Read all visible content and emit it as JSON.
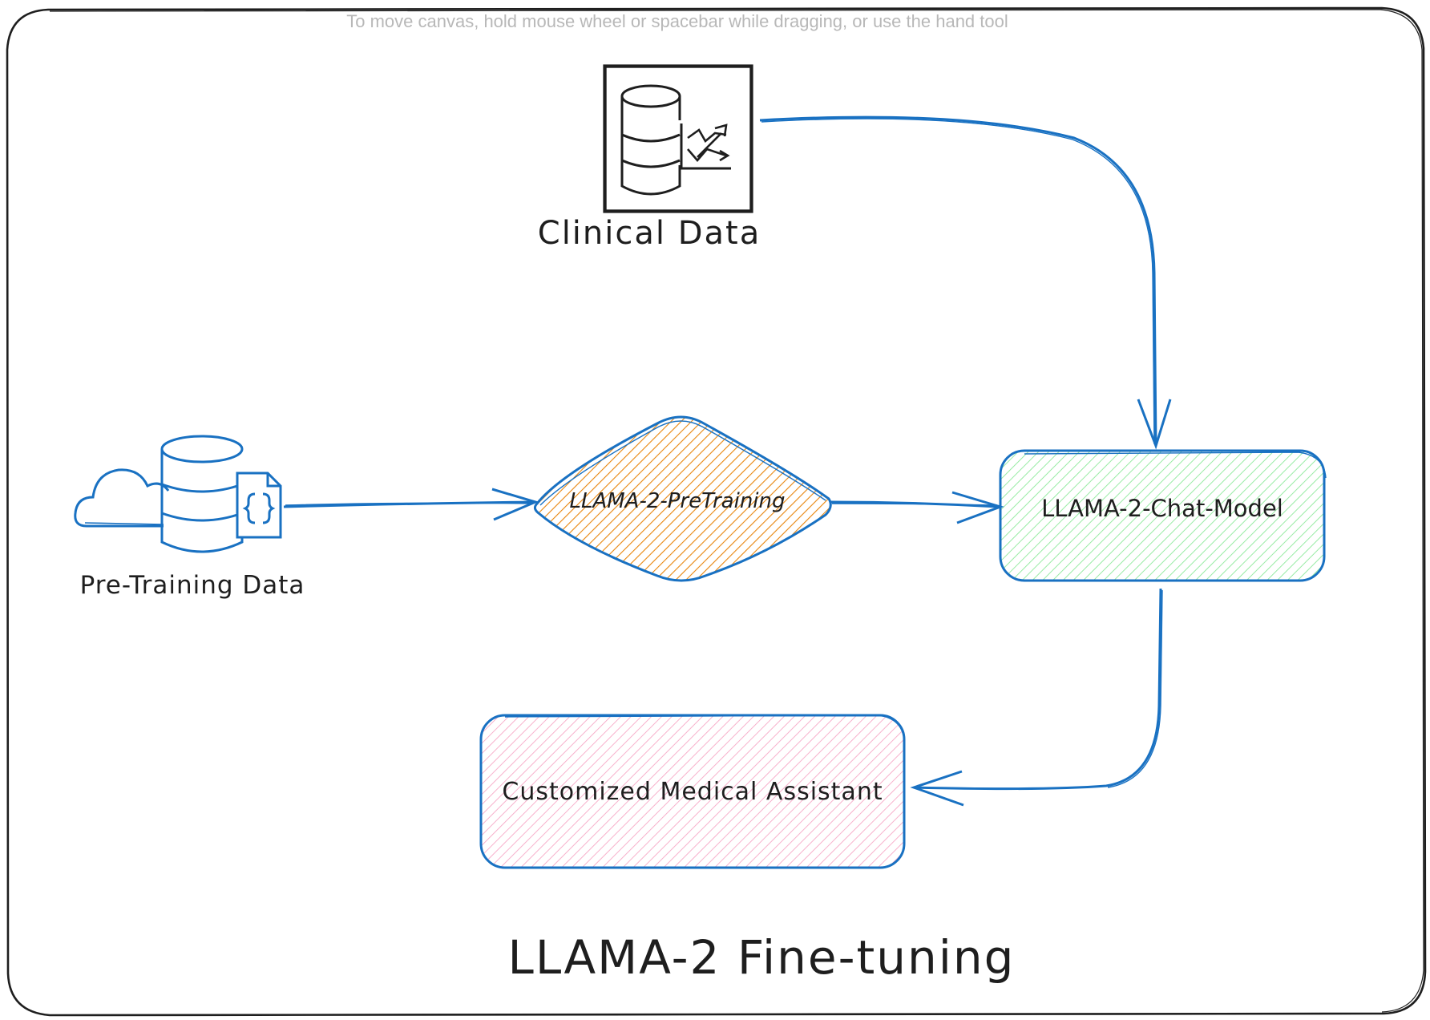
{
  "canvas": {
    "hint": "To move canvas, hold mouse wheel or spacebar while dragging, or use the hand tool"
  },
  "diagram": {
    "title": "LLAMA-2 Fine-tuning",
    "nodes": {
      "clinical_data": {
        "label": "Clinical Data",
        "icon": "database-chart-icon"
      },
      "pretraining_data": {
        "label": "Pre-Training Data",
        "icon": "cloud-database-json-icon"
      },
      "pretraining": {
        "label": "LLAMA-2-PreTraining",
        "shape": "diamond",
        "fill": "#e8850c"
      },
      "chat_model": {
        "label": "LLAMA-2-Chat-Model",
        "shape": "rounded-rect",
        "fill": "#40c057"
      },
      "assistant": {
        "label": "Customized Medical Assistant",
        "shape": "rounded-rect",
        "fill": "#e64980"
      }
    },
    "edges": [
      {
        "from": "Pre-Training Data",
        "to": "LLAMA-2-PreTraining"
      },
      {
        "from": "LLAMA-2-PreTraining",
        "to": "LLAMA-2-Chat-Model"
      },
      {
        "from": "Clinical Data",
        "to": "LLAMA-2-Chat-Model"
      },
      {
        "from": "LLAMA-2-Chat-Model",
        "to": "Customized Medical Assistant"
      }
    ],
    "colors": {
      "stroke_blue": "#1971c2",
      "stroke_dark": "#1e1e1e",
      "frame": "#1e1e1e"
    }
  }
}
